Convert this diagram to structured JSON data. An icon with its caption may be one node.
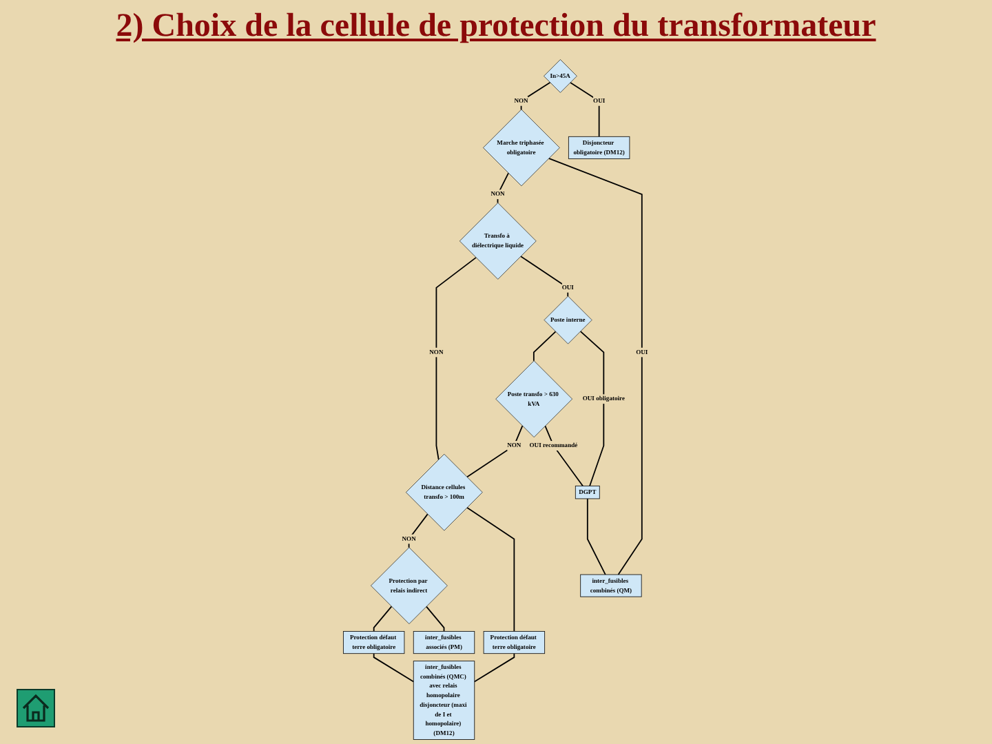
{
  "diagram": {
    "title": "2) Choix de la cellule de protection du transformateur",
    "nodes": [
      {
        "text": [
          "In>45A"
        ]
      },
      {
        "text": [
          "Marche triphasée obligatoire"
        ]
      },
      {
        "text": [
          "Transfo à diélectrique liquide"
        ]
      },
      {
        "text": [
          "Poste transfo > 630 kVA"
        ]
      },
      {
        "text": [
          "Distance cellules transfo > 100m"
        ]
      },
      {
        "text": [
          "Protection par relais indirect"
        ]
      },
      {
        "text": [
          "Poste interne"
        ]
      },
      {
        "text": [
          "Protection défaut terre obligatoire"
        ]
      },
      {
        "text": [
          "Protection défaut terre obligatoire"
        ]
      },
      {
        "text": [
          "DGPT"
        ]
      },
      {
        "text": [
          "Disjoncteur obligatoire (DM12)"
        ]
      },
      {
        "text": [
          "inter_fusibles combinés (QM)"
        ]
      },
      {
        "text": [
          "inter_fusibles combinés (QMC) avec relais homopolaire disjoncteur (maxi de I et homopolaire) (DM12)"
        ]
      },
      {
        "text": [
          "inter_fusibles associés (PM)"
        ]
      }
    ],
    "edges": [
      {
        "from": 0,
        "to": 1,
        "arrow": "none",
        "label": "NON"
      },
      {
        "from": 0,
        "to": 10,
        "arrow": "none",
        "label": "OUI"
      },
      {
        "from": 1,
        "to": 2,
        "arrow": "none",
        "label": "NON"
      },
      {
        "from": 1,
        "to": 11,
        "arrow": "none",
        "label": "OUI"
      },
      {
        "from": 2,
        "to": 4,
        "arrow": "none",
        "label": "NON"
      },
      {
        "from": 2,
        "to": 6,
        "arrow": "none",
        "label": "OUI"
      },
      {
        "from": 6,
        "to": 3,
        "arrow": "none"
      },
      {
        "from": 3,
        "to": 4,
        "arrow": "none",
        "label": "NON"
      },
      {
        "from": 3,
        "to": 9,
        "arrow": "none",
        "label": "OUI recommandé"
      },
      {
        "from": 4,
        "to": 5,
        "arrow": "none",
        "label": "NON"
      },
      {
        "from": 4,
        "to": 7,
        "arrow": "none"
      },
      {
        "from": 5,
        "to": 8,
        "arrow": "none"
      },
      {
        "from": 5,
        "to": 13,
        "arrow": "none"
      },
      {
        "from": 6,
        "to": 9,
        "arrow": "none",
        "label": "OUI obligatoire"
      },
      {
        "from": 7,
        "to": 12,
        "arrow": "none"
      },
      {
        "from": 8,
        "to": 12,
        "arrow": "none"
      },
      {
        "from": 9,
        "to": 11,
        "arrow": "none"
      }
    ]
  }
}
